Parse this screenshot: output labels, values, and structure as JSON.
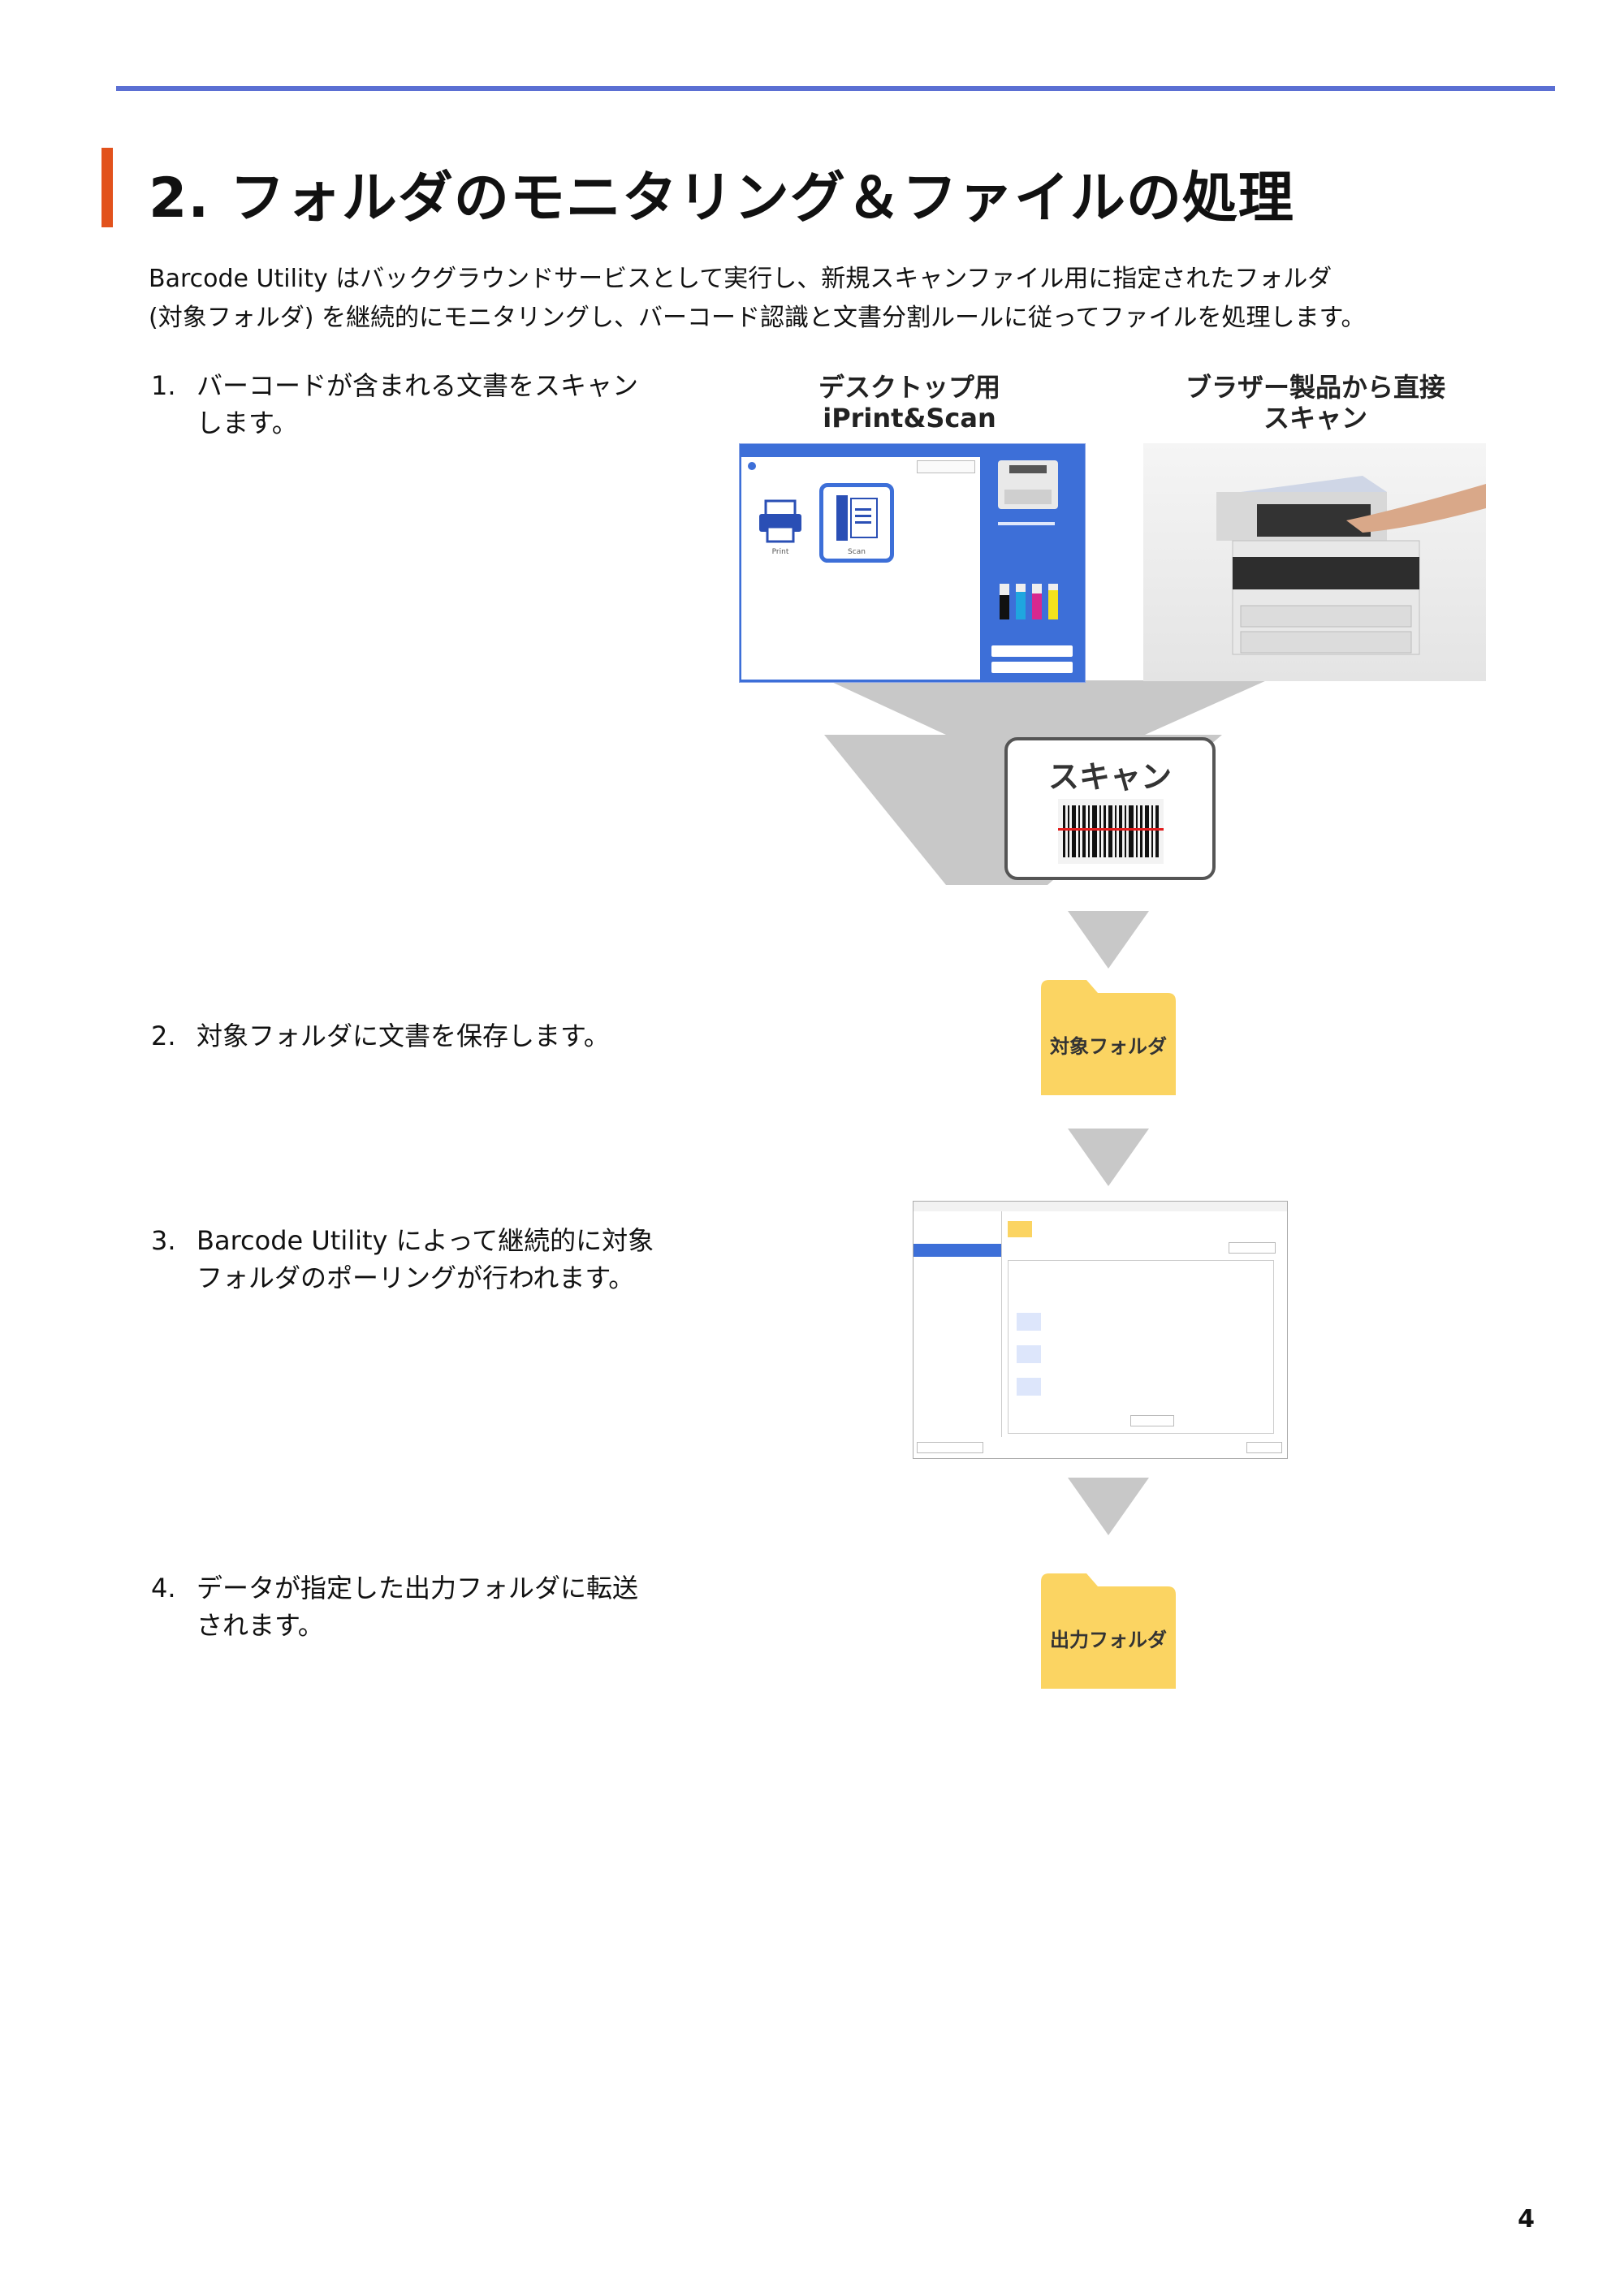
{
  "header": {
    "title": "2. フォルダのモニタリング＆ファイルの処理"
  },
  "intro": {
    "line1": "Barcode Utility はバックグラウンドサービスとして実行し、新規スキャンファイル用に指定されたフォルダ",
    "line2": "(対象フォルダ) を継続的にモニタリングし、バーコード認識と文書分割ルールに従ってファイルを処理します。"
  },
  "steps": [
    {
      "num": "1.",
      "line1": "バーコードが含まれる文書をスキャン",
      "line2": "します。"
    },
    {
      "num": "2.",
      "line1": "対象フォルダに文書を保存します。",
      "line2": ""
    },
    {
      "num": "3.",
      "line1": "Barcode Utility によって継続的に対象",
      "line2": "フォルダのポーリングが行われます。"
    },
    {
      "num": "4.",
      "line1": "データが指定した出力フォルダに転送",
      "line2": "されます。"
    }
  ],
  "figure": {
    "desktop_caption_1": "デスクトップ用",
    "desktop_caption_2": "iPrint&Scan",
    "device_caption_1": "ブラザー製品から直接",
    "device_caption_2": "スキャン",
    "scan_box_label": "スキャン",
    "target_folder_label": "対象フォルダ",
    "output_folder_label": "出力フォルダ",
    "app_print_label": "Print",
    "app_scan_label": "Scan"
  },
  "footer": {
    "page_number": "4"
  },
  "colors": {
    "rule": "#5b6fd3",
    "title_accent": "#e2521c",
    "folder": "#fbd462",
    "app_blue": "#3d6fd8",
    "funnel_gray": "#c8c8c8"
  }
}
